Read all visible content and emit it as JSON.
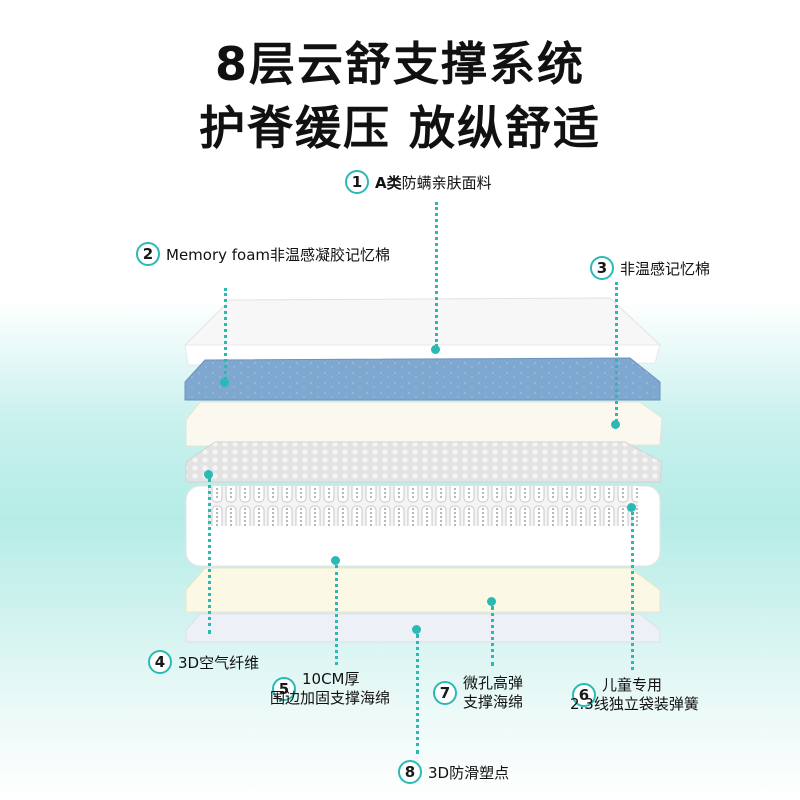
{
  "headline": {
    "line1": "8层云舒支撑系统",
    "line2": "护脊缓压 放纵舒适"
  },
  "callouts": [
    {
      "num": "1",
      "prefix": "A类",
      "text": "防螨亲肤面料"
    },
    {
      "num": "2",
      "text": "Memory foam非温感凝胶记忆棉"
    },
    {
      "num": "3",
      "text": "非温感记忆棉"
    },
    {
      "num": "4",
      "text": "3D空气纤维"
    },
    {
      "num": "5",
      "line1": "10CM厚",
      "line2": "围边加固支撑海绵"
    },
    {
      "num": "6",
      "line1": "儿童专用",
      "line2": "2.3线独立袋装弹簧"
    },
    {
      "num": "7",
      "line1": "微孔高弹",
      "line2": "支撑海绵"
    },
    {
      "num": "8",
      "text": "3D防滑塑点"
    }
  ],
  "colors": {
    "accent": "#2bb9b4",
    "gel_foam": "#7aa4cf",
    "background_mint": "#b6ece7"
  }
}
